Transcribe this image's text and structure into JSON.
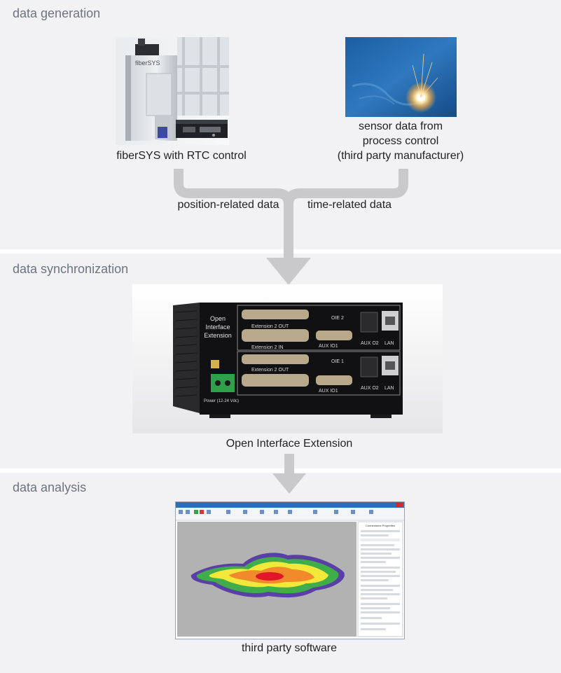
{
  "sections": {
    "generation": "data generation",
    "synchronization": "data synchronization",
    "analysis": "data analysis"
  },
  "generation": {
    "left_caption": "fiberSYS with RTC control",
    "right_caption_lines": [
      "sensor data from",
      "process control",
      "(third party manufacturer)"
    ],
    "left_flow_label": "position-related data",
    "right_flow_label": "time-related data",
    "device_logo": "fiberSYS"
  },
  "synchronization": {
    "caption": "Open Interface Extension",
    "device_panel": {
      "title_lines": [
        "Open",
        "Interface",
        "Extension"
      ],
      "upper_oie": "OIE 2",
      "lower_oie": "OIE 1",
      "ext_out": "Extension 2  OUT",
      "ext_in": "Extension 2  IN",
      "aux_io": "AUX IO1",
      "aux_o2": "AUX O2",
      "lan": "LAN",
      "power": "Power (12-24 Vdc)"
    }
  },
  "analysis": {
    "caption": "third party software",
    "software_panel_title": "Connectome Properties"
  },
  "colors": {
    "band_bg": "#f2f2f4",
    "section_title": "#6d7480",
    "arrow": "#c9c9cb",
    "heatmap_bg": "#b2b2b2"
  }
}
